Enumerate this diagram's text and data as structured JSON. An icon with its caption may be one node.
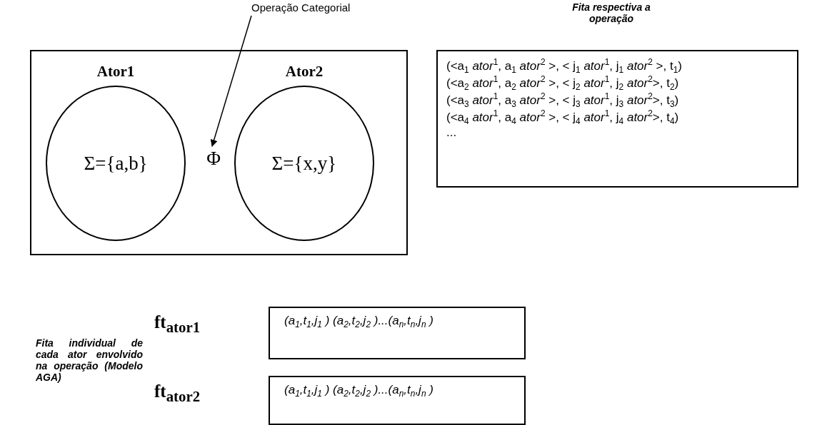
{
  "diagram": {
    "nodes": [
      {
        "text": [],
        "shape": "box"
      },
      {
        "text": [
          "Ator1",
          "Σ={a,b}"
        ],
        "in": 0
      },
      {
        "text": [
          "Φ"
        ],
        "in": 0
      },
      {
        "text": [
          "Ator2",
          "Σ={x,y}"
        ],
        "in": 0
      },
      {
        "text": [
          "Operação Categorial"
        ]
      },
      {
        "text": [
          "Fita respectiva a operação",
          "(<a$_{1}$ *ator*$^{1}$, a$_{1}$ *ator*$^{2}$ >, < j$_{1}$ *ator*$^{1}$, j$_{1}$ *ator*$^{2}$ >, t$_{1}$)",
          "(<a$_{2}$ *ator*$^{1}$, a$_{2}$ *ator*$^{2}$ >, < j$_{2}$ *ator*$^{1}$, j$_{2}$ *ator*$^{2}$>, t$_{2}$)",
          "(<a$_{3}$ *ator*$^{1}$, a$_{3}$ *ator*$^{2}$ >, < j$_{3}$ *ator*$^{1}$, j$_{3}$ *ator*$^{2}$>, t$_{3}$)",
          "(<a$_{4}$ *ator*$^{1}$, a$_{4}$ *ator*$^{2}$ >, < j$_{4}$ *ator*$^{1}$, j$_{4}$ *ator*$^{2}$>, t$_{4}$)",
          "..."
        ]
      },
      {
        "text": [
          "ft$_{ator1}$",
          "(a$_{1}$,t$_{1}$,j$_{1}$ ) (a$_{2}$,t$_{2}$,j$_{2}$ )...(a$_{n}$,t$_{n}$,j$_{n}$ )"
        ]
      },
      {
        "text": [
          "ft$_{ator2}$",
          "(a$_{1}$,t$_{1}$,j$_{1}$ ) (a$_{2}$,t$_{2}$,j$_{2}$ )...(a$_{n}$,t$_{n}$,j$_{n}$ )"
        ]
      }
    ],
    "edges": [
      {
        "from": 4,
        "to": 2,
        "arrow": "to"
      }
    ],
    "labels": [
      "Fita individual de cada ator envolvido na operação (Modelo AGA)"
    ]
  }
}
